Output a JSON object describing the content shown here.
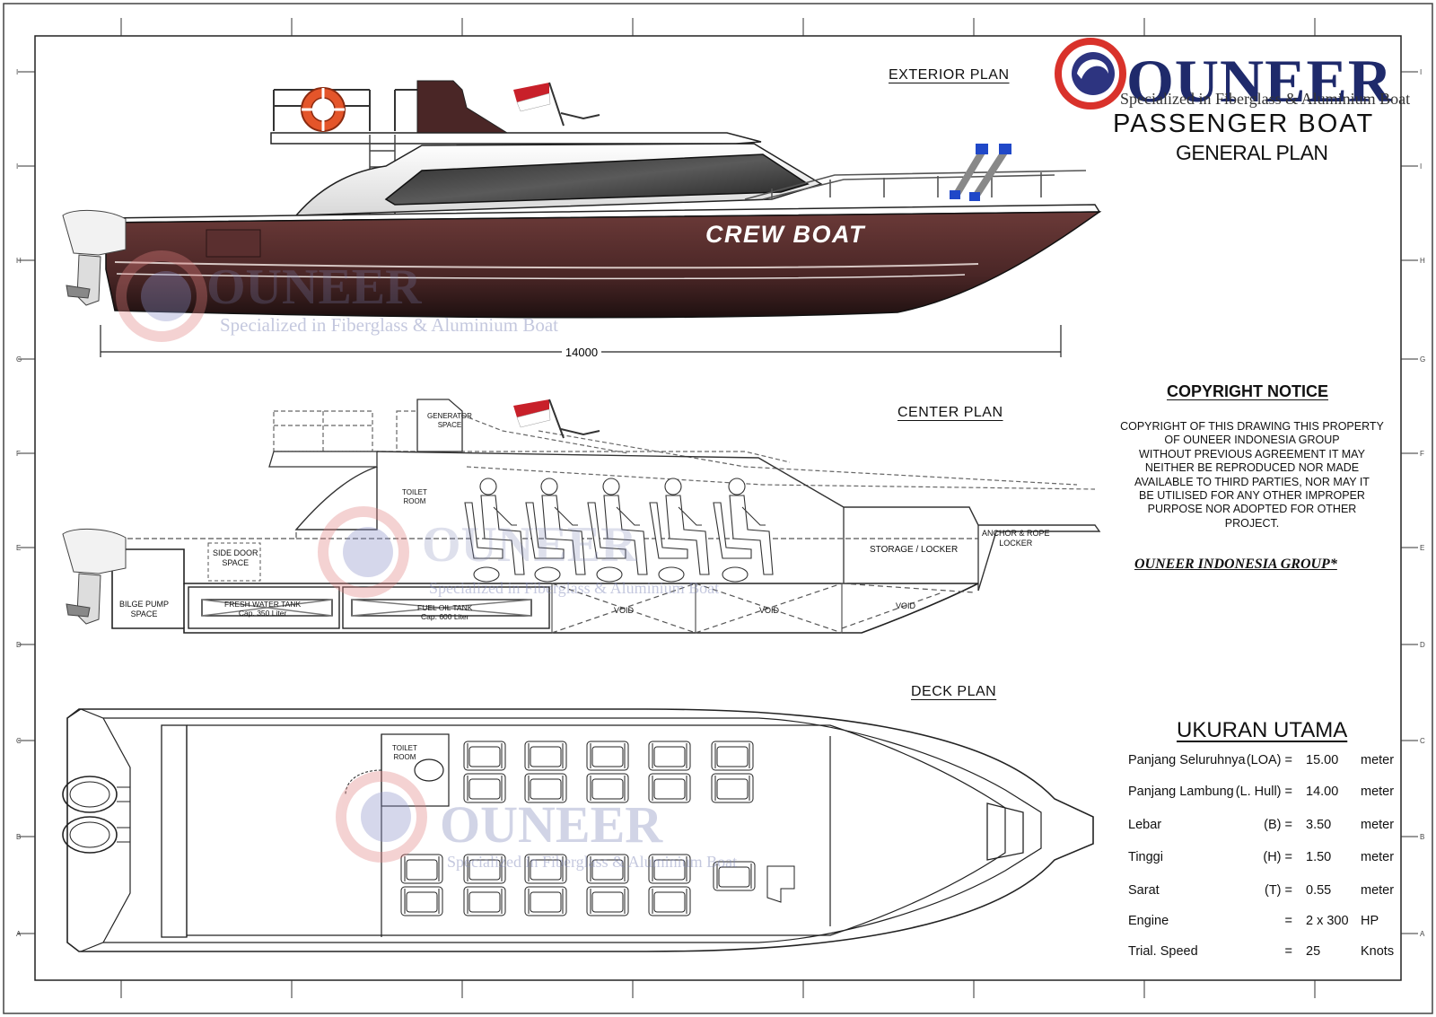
{
  "plans": {
    "exterior": "EXTERIOR  PLAN",
    "center": "CENTER  PLAN",
    "deck": "DECK PLAN"
  },
  "logo": {
    "brand": "OUNEER",
    "tagline": "Specialized in Fiberglass & Aluminium Boat"
  },
  "titles": {
    "main": "PASSENGER BOAT",
    "sub": "GENERAL PLAN"
  },
  "hull_text": "CREW BOAT",
  "dimension": "14000",
  "compartments": {
    "generator": [
      "GENERATOR",
      "SPACE"
    ],
    "toilet_center": [
      "TOILET",
      "ROOM"
    ],
    "side_door": [
      "SIDE DOOR",
      "SPACE"
    ],
    "bilge": [
      "BILGE PUMP",
      "SPACE"
    ],
    "fresh_water": [
      "FRESH WATER TANK",
      "Cap. 350 Liter"
    ],
    "fuel_oil": [
      "FUEL OIL TANK",
      "Cap. 600 Liter"
    ],
    "void": "VOID",
    "storage": "STORAGE / LOCKER",
    "anchor": [
      "ANCHOR & ROPE",
      "LOCKER"
    ],
    "toilet_deck": [
      "TOILET",
      "ROOM"
    ]
  },
  "copyright": {
    "heading": "COPYRIGHT NOTICE",
    "lines": [
      "COPYRIGHT OF THIS DRAWING THIS PROPERTY",
      "OF OUNEER INDONESIA GROUP",
      "WITHOUT PREVIOUS AGREEMENT IT MAY",
      "NEITHER BE REPRODUCED NOR MADE",
      "AVAILABLE TO THIRD PARTIES, NOR MAY IT",
      "BE UTILISED FOR ANY OTHER IMPROPER",
      "PURPOSE NOR ADOPTED FOR OTHER",
      "PROJECT."
    ],
    "company": "OUNEER INDONESIA GROUP*"
  },
  "dimensions": {
    "heading": "UKURAN UTAMA",
    "rows": [
      {
        "label": "Panjang Seluruhnya",
        "code": "(LOA) =",
        "value": "15.00",
        "unit": "meter"
      },
      {
        "label": "Panjang Lambung",
        "code": "(L. Hull) =",
        "value": "14.00",
        "unit": "meter"
      },
      {
        "label": "Lebar",
        "code": "(B) =",
        "value": "3.50",
        "unit": "meter"
      },
      {
        "label": "Tinggi",
        "code": "(H) =",
        "value": "1.50",
        "unit": "meter"
      },
      {
        "label": "Sarat",
        "code": "(T) =",
        "value": "0.55",
        "unit": "meter"
      },
      {
        "label": "Engine",
        "code": "=",
        "value": "2 x 300",
        "unit": "HP"
      },
      {
        "label": "Trial. Speed",
        "code": "=",
        "value": "25",
        "unit": "Knots"
      }
    ]
  },
  "border_letters": {
    "left": [
      "I",
      "I",
      "H",
      "G",
      "F",
      "E",
      "D",
      "C",
      "B",
      "A"
    ],
    "right": [
      "I",
      "I",
      "H",
      "G",
      "F",
      "E",
      "D",
      "C",
      "B",
      "A"
    ]
  },
  "colors": {
    "hull": "#4a2a2a",
    "logo_red": "#d9322b",
    "logo_blue": "#2d3480",
    "brand_text": "#1f2a6b",
    "line": "#222222"
  }
}
